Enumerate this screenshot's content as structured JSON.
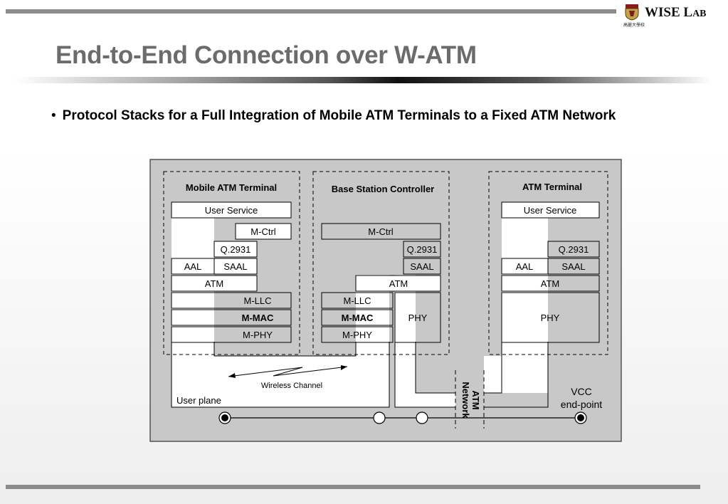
{
  "logo": {
    "brand_main": "WISE L",
    "brand_small": "AB",
    "subtitle": "高麗大學校"
  },
  "slide": {
    "title": "End-to-End Connection over W-ATM",
    "bullet": "Protocol Stacks for a Full Integration of Mobile ATM Terminals to a Fixed ATM Network"
  },
  "diagram": {
    "mobile": {
      "title": "Mobile ATM Terminal",
      "user_service": "User Service",
      "mctrl": "M-Ctrl",
      "q2931": "Q.2931",
      "aal": "AAL",
      "saal": "SAAL",
      "atm": "ATM",
      "mllc": "M-LLC",
      "mmac": "M-MAC",
      "mphy": "M-PHY"
    },
    "bsc": {
      "title": "Base Station Controller",
      "mctrl": "M-Ctrl",
      "q2931": "Q.2931",
      "saal": "SAAL",
      "atm": "ATM",
      "mllc": "M-LLC",
      "mmac": "M-MAC",
      "mphy": "M-PHY",
      "phy": "PHY"
    },
    "terminal": {
      "title": "ATM Terminal",
      "user_service": "User Service",
      "q2931": "Q.2931",
      "aal": "AAL",
      "saal": "SAAL",
      "atm": "ATM",
      "phy": "PHY"
    },
    "wireless_channel": "Wireless Channel",
    "user_plane": "User plane",
    "network_line1": "ATM",
    "network_line2": "Network",
    "vcc_line1": "VCC",
    "vcc_line2": "end-point"
  }
}
